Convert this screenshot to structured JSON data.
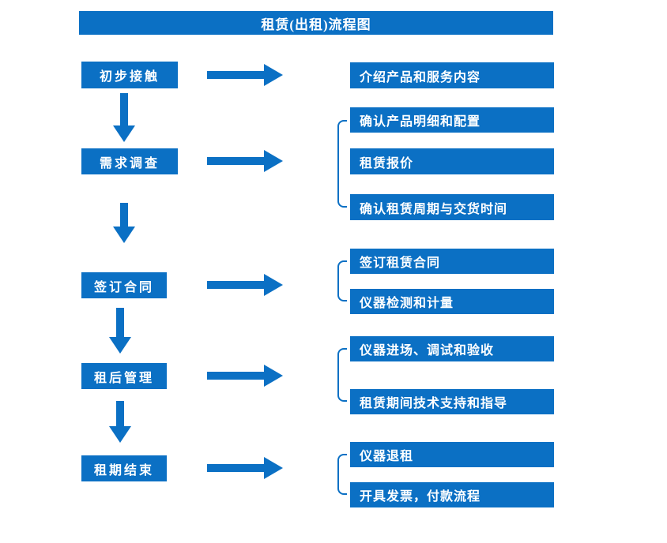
{
  "title": "租赁(出租)流程图",
  "colors": {
    "primary": "#0B70C4",
    "text": "#FFFFFF",
    "bg": "#FFFFFF"
  },
  "steps": [
    {
      "label": "初步接触",
      "outputs": [
        "介绍产品和服务内容"
      ]
    },
    {
      "label": "需求调查",
      "outputs": [
        "确认产品明细和配置",
        "租赁报价",
        "确认租赁周期与交货时间"
      ]
    },
    {
      "label": "签订合同",
      "outputs": [
        "签订租赁合同",
        "仪器检测和计量"
      ]
    },
    {
      "label": "租后管理",
      "outputs": [
        "仪器进场、调试和验收",
        "租赁期间技术支持和指导"
      ]
    },
    {
      "label": "租期结束",
      "outputs": [
        "仪器退租",
        "开具发票，付款流程"
      ]
    }
  ]
}
